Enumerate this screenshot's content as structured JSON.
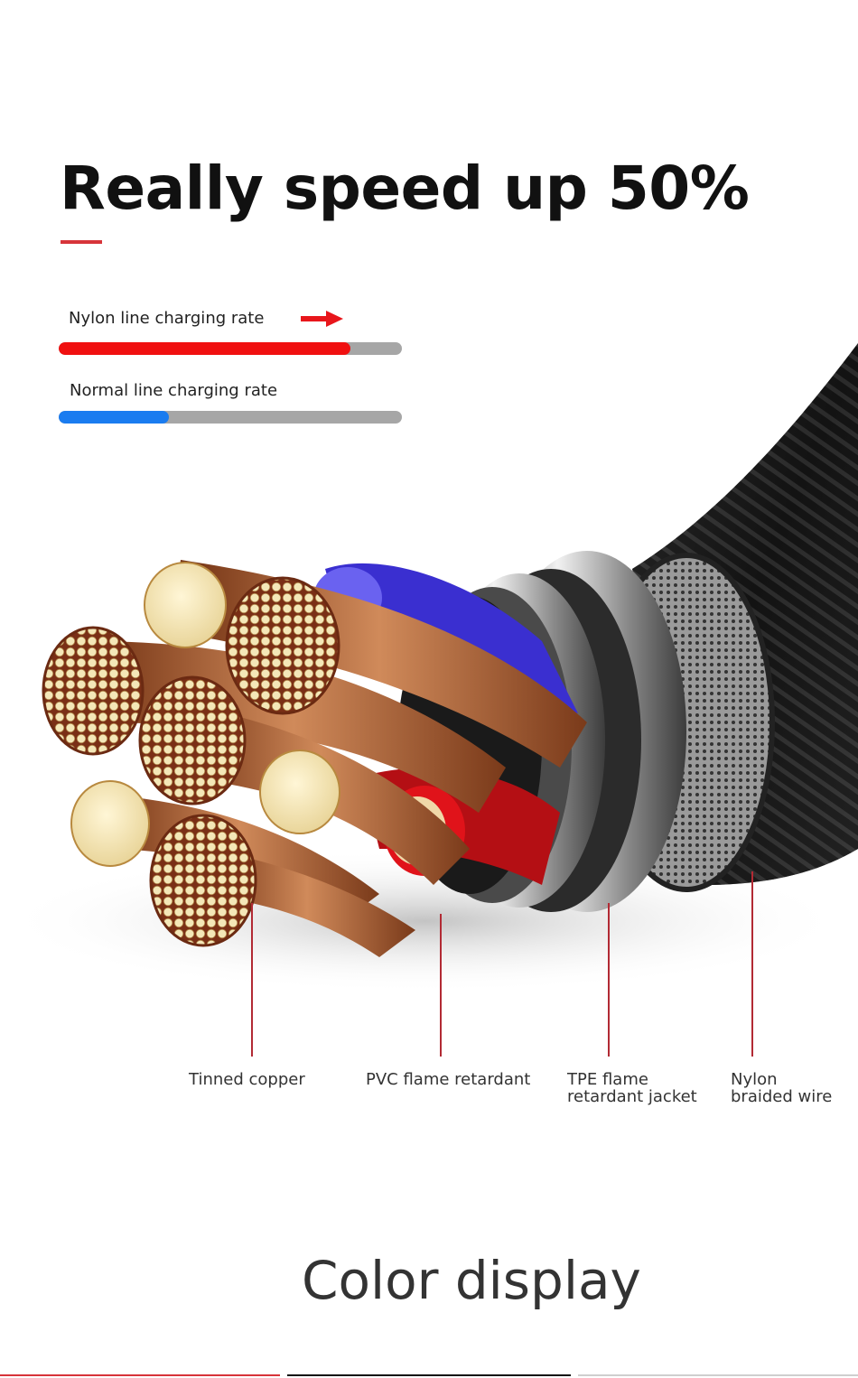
{
  "headline": "Really speed up 50%",
  "comparison": {
    "nylon": {
      "label": "Nylon line charging rate",
      "fill_fraction": 0.85,
      "color": "#f01010"
    },
    "normal": {
      "label": "Normal line charging rate",
      "fill_fraction": 0.32,
      "color": "#1a7cf0"
    },
    "track_color": "#a6a6a6",
    "arrow_color": "#e8161b"
  },
  "layers": [
    {
      "label_lines": [
        "Tinned copper"
      ]
    },
    {
      "label_lines": [
        "PVC flame retardant"
      ]
    },
    {
      "label_lines": [
        "TPE flame",
        "retardant jacket"
      ]
    },
    {
      "label_lines": [
        "Nylon",
        "braided wire"
      ]
    }
  ],
  "section_title": "Color display",
  "accent_color": "#d7343a"
}
